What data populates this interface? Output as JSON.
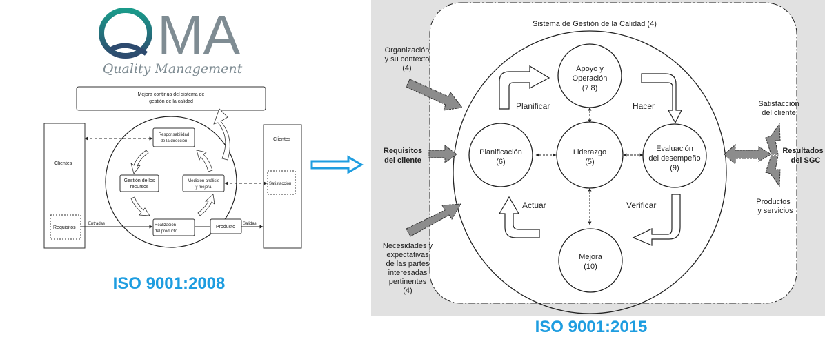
{
  "logo": {
    "letters": "QMA",
    "tagline": "Quality Management",
    "colors": {
      "q_top": "#1a9a8a",
      "q_bottom": "#2d4a6e",
      "ma": "#7f8c93",
      "tagline": "#7f8c93"
    }
  },
  "iso2008": {
    "caption": "ISO 9001:2008",
    "caption_color": "#1e9de0",
    "improvement_box": [
      "Mejora continua del sistema de",
      "gestión de la calidad"
    ],
    "left_customers": "Clientes",
    "right_customers": "Clientes",
    "requirements": "Requisitos",
    "satisfaction": "Satisfacción",
    "inputs": "Entradas",
    "outputs": "Salidas",
    "product": "Producto",
    "processes": {
      "management": [
        "Responsabilidad",
        "de la dirección"
      ],
      "resources": [
        "Gestión de los",
        "recursos"
      ],
      "measurement": [
        "Medición análisis",
        "y mejora"
      ],
      "realization": [
        "Realización",
        "del producto"
      ]
    }
  },
  "transition_arrow": {
    "icon": "right-arrow-icon",
    "color": "#1e9de0"
  },
  "iso2015": {
    "caption": "ISO 9001:2015",
    "caption_color": "#1e9de0",
    "background": "#e1e1e1",
    "system_title": "Sistema de Gestión de la Calidad (4)",
    "inputs": {
      "context": [
        "Organización",
        "y su contexto",
        "(4)"
      ],
      "requirements": [
        "Requisitos",
        "del cliente"
      ],
      "needs": [
        "Necesidades y",
        "expectativas",
        "de las partes",
        "interesadas",
        "pertinentes",
        "(4)"
      ]
    },
    "outputs": {
      "satisfaction": [
        "Satisfacción",
        "del cliente"
      ],
      "results": [
        "Resultados",
        "del SGC"
      ],
      "products": [
        "Productos",
        "y servicios"
      ]
    },
    "nodes": {
      "support": [
        "Apoyo y",
        "Operación",
        "(7 8)"
      ],
      "planning": [
        "Planificación",
        "(6)"
      ],
      "leadership": [
        "Liderazgo",
        "(5)"
      ],
      "evaluation": [
        "Evaluación",
        "del desempeño",
        "(9)"
      ],
      "improvement": [
        "Mejora",
        "(10)"
      ]
    },
    "cycle": {
      "plan": "Planificar",
      "do": "Hacer",
      "act": "Actuar",
      "check": "Verificar"
    }
  }
}
